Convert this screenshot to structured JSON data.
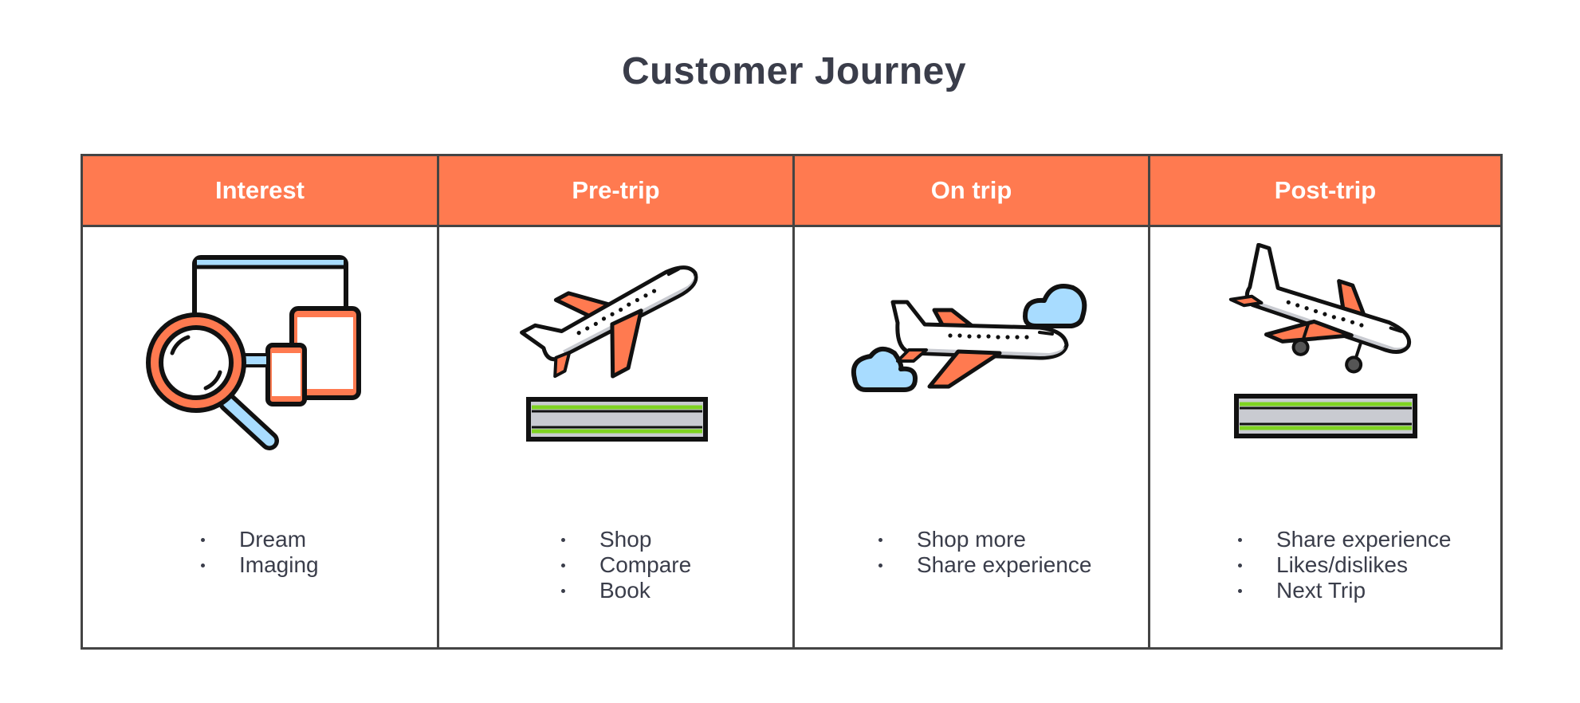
{
  "title": "Customer Journey",
  "colors": {
    "header": "#ff7a50",
    "border": "#444444",
    "text": "#3a3d4a",
    "accent_blue": "#a8dcff",
    "accent_green": "#7ed321"
  },
  "stages": [
    {
      "label": "Interest",
      "icon": "devices-magnifier-icon",
      "items": [
        "Dream",
        "Imaging"
      ]
    },
    {
      "label": "Pre-trip",
      "icon": "airplane-takeoff-icon",
      "items": [
        "Shop",
        "Compare",
        "Book"
      ]
    },
    {
      "label": "On trip",
      "icon": "airplane-flying-icon",
      "items": [
        "Shop more",
        "Share experience"
      ]
    },
    {
      "label": "Post-trip",
      "icon": "airplane-landing-icon",
      "items": [
        "Share experience",
        "Likes/dislikes",
        "Next Trip"
      ]
    }
  ]
}
